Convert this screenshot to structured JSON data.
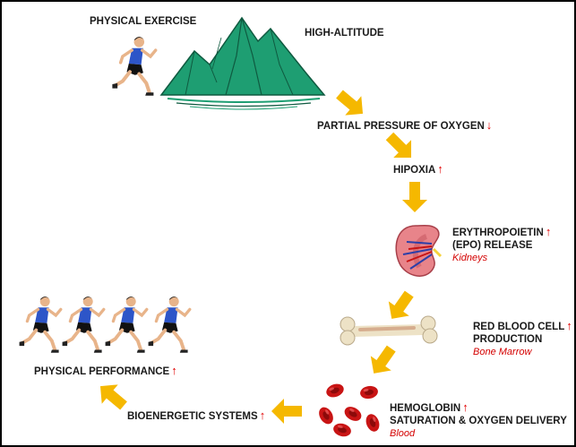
{
  "labels": {
    "physical_exercise": "PHYSICAL EXERCISE",
    "high_altitude": "HIGH-ALTITUDE",
    "partial_pressure": "PARTIAL PRESSURE OF OXYGEN",
    "hipoxia": "HIPOXIA",
    "epo_line1": "ERYTHROPOIETIN",
    "epo_line2": "(EPO) RELEASE",
    "epo_organ": "Kidneys",
    "rbc_line1": "RED BLOOD CELL",
    "rbc_line2": "PRODUCTION",
    "rbc_organ": "Bone Marrow",
    "hemo_line1": "HEMOGLOBIN",
    "hemo_line2": "SATURATION & OXYGEN DELIVERY",
    "hemo_organ": "Blood",
    "bioenergetic": "BIOENERGETIC SYSTEMS",
    "physical_performance": "PHYSICAL PERFORMANCE"
  },
  "indicators": {
    "up": "↑",
    "down": "↓"
  },
  "colors": {
    "arrow": "#f5b800",
    "mountain": "#1e9e72",
    "mountain_dark": "#0f5a40",
    "indicator": "#e00000",
    "organ_text": "#d40000",
    "runner_shirt": "#2d55c8"
  }
}
